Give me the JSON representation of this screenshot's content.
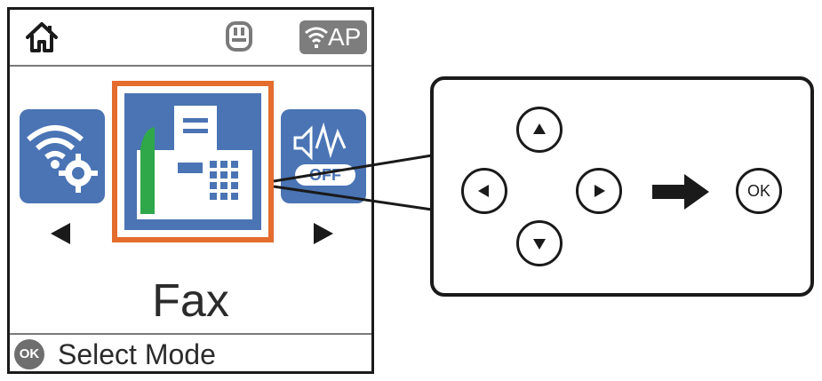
{
  "screen": {
    "status_bar": {
      "home_icon": "home-icon",
      "memory_icon": "memory-card-icon",
      "wifi_ap_label": "AP"
    },
    "mode_carousel": {
      "left_item_icon": "wifi-settings-icon",
      "selected_item_icon": "fax-icon",
      "right_item_icon": "sound-off-icon",
      "right_item_badge": "OFF",
      "selected_label": "Fax"
    },
    "footer": {
      "ok_badge": "OK",
      "hint": "Select Mode"
    }
  },
  "control_panel": {
    "ok_label": "OK"
  },
  "colors": {
    "selection_border": "#e46c2c",
    "tile_blue": "#4a74b4",
    "fax_green": "#2fa84a"
  }
}
